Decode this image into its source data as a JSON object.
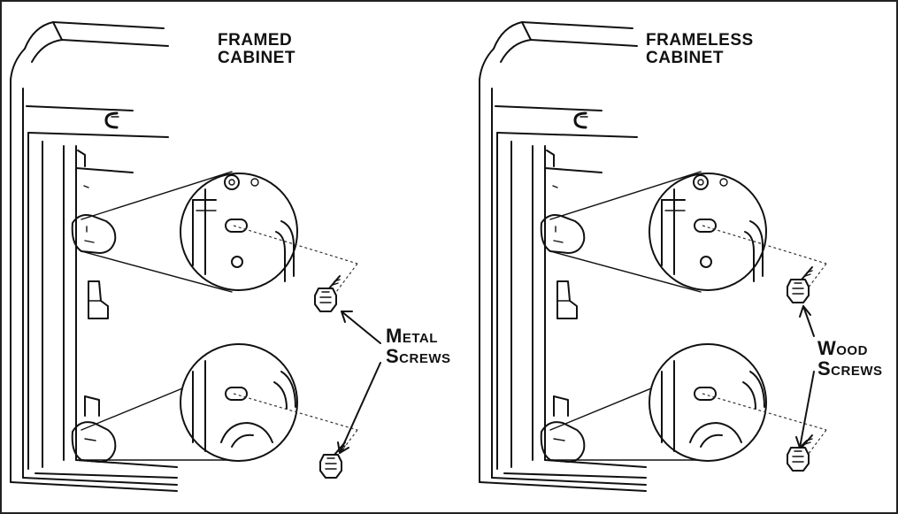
{
  "panels": [
    {
      "title_line1": "FRAMED",
      "title_line2": "CABINET",
      "screw_label_line1": "Metal",
      "screw_label_line2": "Screws"
    },
    {
      "title_line1": "FRAMELESS",
      "title_line2": "CABINET",
      "screw_label_line1": "Wood",
      "screw_label_line2": "Screws"
    }
  ],
  "icons": [
    "screw-icon",
    "magnifier-callout"
  ]
}
